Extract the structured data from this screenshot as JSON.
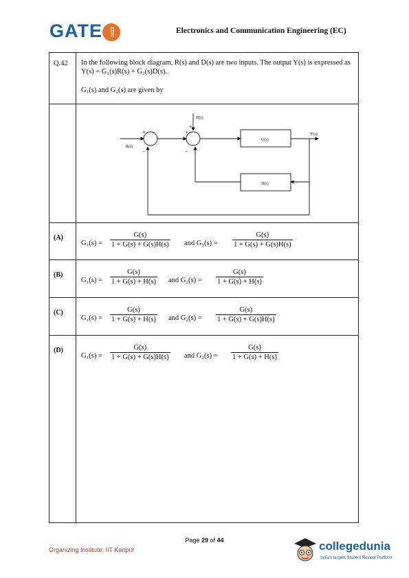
{
  "header": {
    "logo_text": "GATE",
    "logo_year": "2023",
    "title": "Electronics and Communication Engineering (EC)"
  },
  "question": {
    "number": "Q.42",
    "text": "In the following block diagram, R(s) and D(s) are two inputs. The output Y(s) is expressed as Y(s) = G₁(s)R(s) + G₂(s)D(s).",
    "text2": "G₁(s) and G₂(s) are given by"
  },
  "diagram": {
    "input_r": "R(s)",
    "input_d": "D(s)",
    "output": "Y(s)",
    "block_g": "G(s)",
    "block_h": "H(s)",
    "sign_plus": "+",
    "sign_minus": "−"
  },
  "options": [
    {
      "label": "(A)",
      "g1_lhs": "G₁(s) =",
      "g1_num": "G(s)",
      "g1_den": "1 + G(s) + G(s)H(s)",
      "and_g2": "and G₂(s) =",
      "g2_num": "G(s)",
      "g2_den": "1 + G(s) + G(s)H(s)"
    },
    {
      "label": "(B)",
      "g1_lhs": "G₁(s) =",
      "g1_num": "G(s)",
      "g1_den": "1 + G(s) + H(s)",
      "and_g2": "and G₂(s) =",
      "g2_num": "G(s)",
      "g2_den": "1 + G(s) + H(s)"
    },
    {
      "label": "(C)",
      "g1_lhs": "G₁(s) =",
      "g1_num": "G(s)",
      "g1_den": "1 + G(s) + H(s)",
      "and_g2": "and G₂(s) =",
      "g2_num": "G(s)",
      "g2_den": "1 + G(s) + G(s)H(s)"
    },
    {
      "label": "(D)",
      "g1_lhs": "G₁(s) =",
      "g1_num": "G(s)",
      "g1_den": "1 + G(s) + G(s)H(s)",
      "and_g2": "and G₂(s) =",
      "g2_num": "G(s)",
      "g2_den": "1 + G(s) + H(s)"
    }
  ],
  "footer": {
    "page_prefix": "Page ",
    "page_num": "29",
    "page_of": " of ",
    "page_total": "44",
    "organizer": "Organizing Institute: IIT Kanpur",
    "brand": "collegedunia",
    "tagline": "India's largest Student Review Platform"
  }
}
